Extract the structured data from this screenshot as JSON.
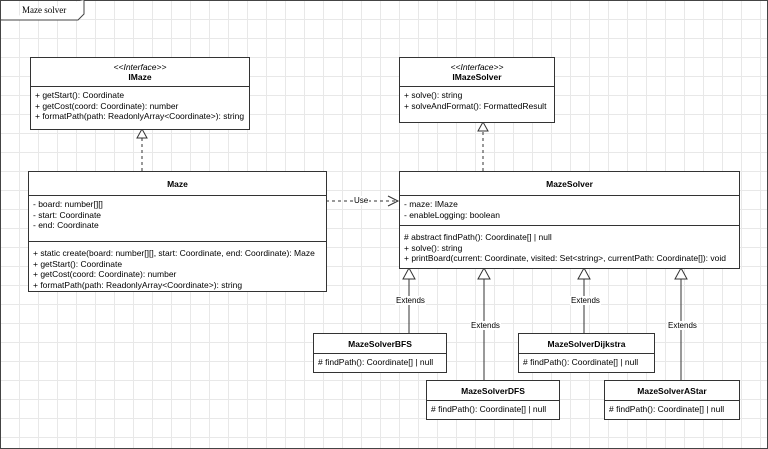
{
  "frame": {
    "title": "Maze solver"
  },
  "classes": {
    "imaze": {
      "stereotype": "<<Interface>>",
      "name": "IMaze",
      "methods": [
        "+ getStart(): Coordinate",
        "+ getCost(coord: Coordinate): number",
        "+ formatPath(path: ReadonlyArray<Coordinate>): string"
      ]
    },
    "imazesolver": {
      "stereotype": "<<Interface>>",
      "name": "IMazeSolver",
      "methods": [
        "+ solve(): string",
        "+ solveAndFormat(): FormattedResult"
      ]
    },
    "maze": {
      "name": "Maze",
      "attributes": [
        "- board: number[][]",
        "- start: Coordinate",
        "- end: Coordinate"
      ],
      "methods": [
        "+ static create(board: number[][], start: Coordinate, end: Coordinate): Maze",
        "+ getStart(): Coordinate",
        "+ getCost(coord: Coordinate): number",
        "+ formatPath(path: ReadonlyArray<Coordinate>): string"
      ]
    },
    "mazesolver": {
      "name": "MazeSolver",
      "attributes": [
        "- maze: IMaze",
        "- enableLogging: boolean"
      ],
      "methods": [
        "# abstract findPath(): Coordinate[] | null",
        "+ solve(): string",
        "+ printBoard(current: Coordinate, visited: Set<string>, currentPath: Coordinate[]): void"
      ]
    },
    "bfs": {
      "name": "MazeSolverBFS",
      "methods": [
        "# findPath(): Coordinate[] | null"
      ]
    },
    "dfs": {
      "name": "MazeSolverDFS",
      "methods": [
        "# findPath(): Coordinate[] | null"
      ]
    },
    "dijkstra": {
      "name": "MazeSolverDijkstra",
      "methods": [
        "# findPath(): Coordinate[] | null"
      ]
    },
    "astar": {
      "name": "MazeSolverAStar",
      "methods": [
        "# findPath(): Coordinate[] | null"
      ]
    }
  },
  "relations": {
    "use": "Use",
    "extends": "Extends"
  }
}
